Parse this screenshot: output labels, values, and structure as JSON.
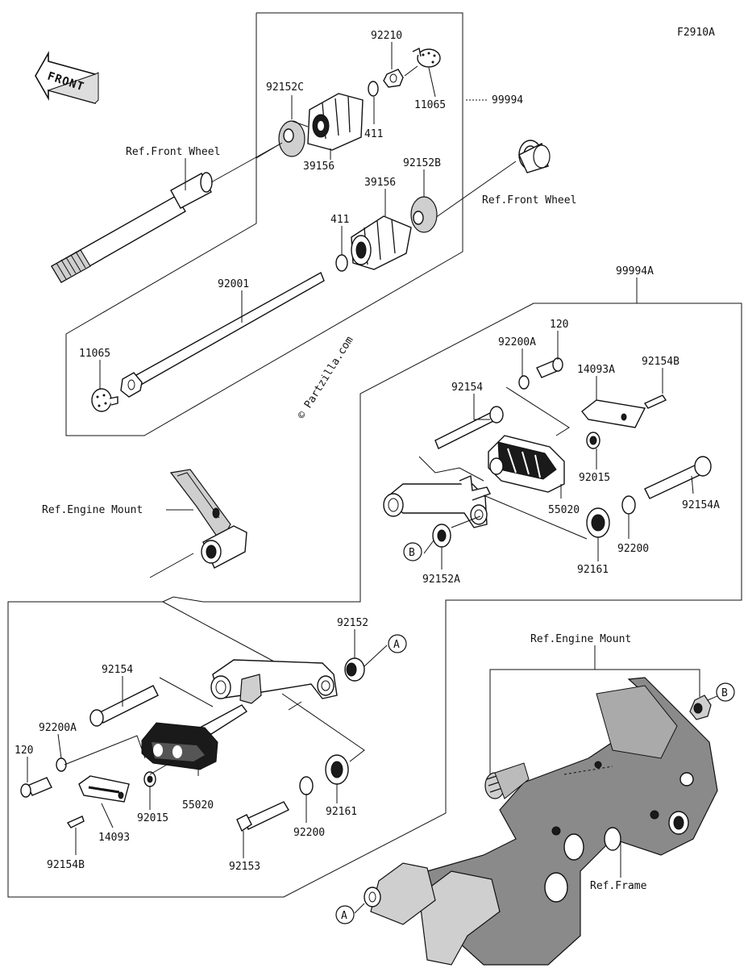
{
  "figure_code": "F2910A",
  "front_label": "FRONT",
  "watermark": "© Partzilla.com",
  "labels": {
    "p92210": "92210",
    "p92152C": "92152C",
    "p11065_top": "11065",
    "p99994": "99994",
    "p411_top": "411",
    "p39156_top": "39156",
    "ref_front_wheel_left": "Ref.Front Wheel",
    "p92152B": "92152B",
    "p39156_mid": "39156",
    "ref_front_wheel_right": "Ref.Front Wheel",
    "p411_mid": "411",
    "p92001": "92001",
    "p11065_left": "11065",
    "p99994A": "99994A",
    "p120_top": "120",
    "p92200A_top": "92200A",
    "p14093A": "14093A",
    "p92154B_top": "92154B",
    "p92154_top": "92154",
    "p92015_top": "92015",
    "p92154A": "92154A",
    "p55020_top": "55020",
    "ref_engine_mount_left": "Ref.Engine Mount",
    "p92200_top": "92200",
    "p92161_top": "92161",
    "p92152A": "92152A",
    "p92152": "92152",
    "ref_engine_mount_right": "Ref.Engine Mount",
    "p92154_bot": "92154",
    "p92200A_bot": "92200A",
    "p120_bot": "120",
    "p55020_bot": "55020",
    "p92015_bot": "92015",
    "p14093": "14093",
    "p92154B_bot": "92154B",
    "p92200_bot": "92200",
    "p92161_bot": "92161",
    "p92153": "92153",
    "ref_frame": "Ref.Frame"
  },
  "callouts": {
    "a_upper": "A",
    "a_lower": "A",
    "b_left": "B",
    "b_right": "B"
  }
}
